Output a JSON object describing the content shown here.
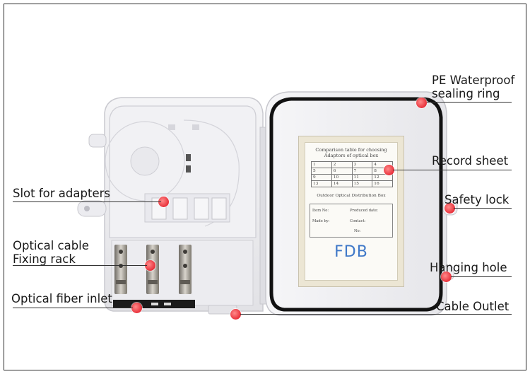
{
  "labels": {
    "pe_sealing": [
      "PE Waterproof",
      "sealing ring"
    ],
    "record_sheet": "Record sheet",
    "slot_adapters": "Slot for adapters",
    "safety_lock": "Safety lock",
    "cable_rack": [
      "Optical cable",
      "Fixing rack"
    ],
    "hanging_hole": "Hanging hole",
    "fiber_inlet": "Optical fiber inlet",
    "cable_outlet": "Cable Outlet"
  },
  "sheet": {
    "title": [
      "Comparison table for choosing",
      "Adaptors of optical box"
    ],
    "grid": [
      [
        "1",
        "2",
        "3",
        "4"
      ],
      [
        "5",
        "6",
        "7",
        "8"
      ],
      [
        "9",
        "10",
        "11",
        "12"
      ],
      [
        "13",
        "14",
        "15",
        "16"
      ]
    ],
    "subtitle": "Outdoor Optical Distribution Box",
    "fields": {
      "item_no": "Item No:",
      "produced_date": "Produced date:",
      "made_by": "Made by:",
      "contact": "Contact:",
      "no": "No:"
    },
    "brand": "FDB"
  },
  "colors": {
    "marker": "#e8303a",
    "enclosure": "#efeff2",
    "gasket": "#111111",
    "brand": "#3f78c8"
  }
}
